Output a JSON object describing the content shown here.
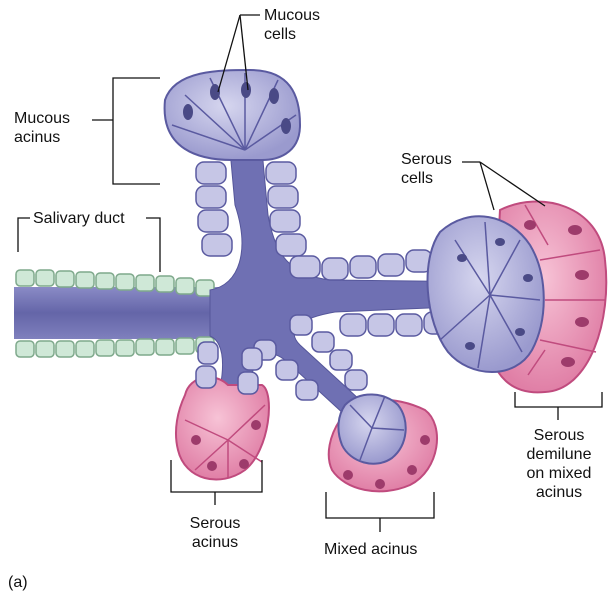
{
  "labels": {
    "mucous_cells": "Mucous\ncells",
    "mucous_acinus": "Mucous\nacinus",
    "salivary_duct": "Salivary duct",
    "serous_cells": "Serous\ncells",
    "serous_acinus": "Serous\nacinus",
    "mixed_acinus": "Mixed acinus",
    "serous_demilune": "Serous\ndemilune\non mixed\nacinus",
    "panel": "(a)"
  },
  "colors": {
    "duct": "#6f70b3",
    "duct_dark": "#55569a",
    "mucous_cell": "#b7b7dd",
    "mucous_cell_edge": "#5a5aa0",
    "mucous_nucleus": "#4a4a86",
    "serous_cell": "#ee9fbe",
    "serous_cell_edge": "#c04b7e",
    "serous_nucleus": "#9d3b6b",
    "duct_cell": "#cfe8d7",
    "duct_cell_edge": "#7fa98c",
    "leader_line": "#111111"
  }
}
